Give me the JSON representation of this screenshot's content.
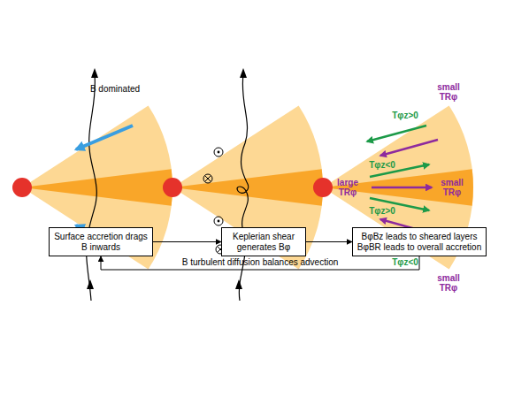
{
  "diagram": {
    "nodes": [
      {
        "text": [
          "Surface accretion drags B inwards"
        ]
      },
      {
        "text": [
          "Keplerian shear generates Bφ"
        ]
      },
      {
        "text": [
          "BφBz leads to sheared layers BφBR leads to overall accretion"
        ]
      }
    ],
    "edges": [
      {
        "from": 0,
        "to": 1,
        "arrow": "to"
      },
      {
        "from": 1,
        "to": 2,
        "arrow": "to"
      },
      {
        "from": 2,
        "to": 0,
        "label": "B turbulent diffusion balances advection",
        "arrow": "to"
      }
    ],
    "labels": [
      "B dominated",
      "Tφz>0",
      "small TRφ",
      "large TRφ",
      "Tφz<0",
      "small TRφ",
      "Tφz>0",
      "Tφz<0",
      "small TRφ"
    ]
  }
}
